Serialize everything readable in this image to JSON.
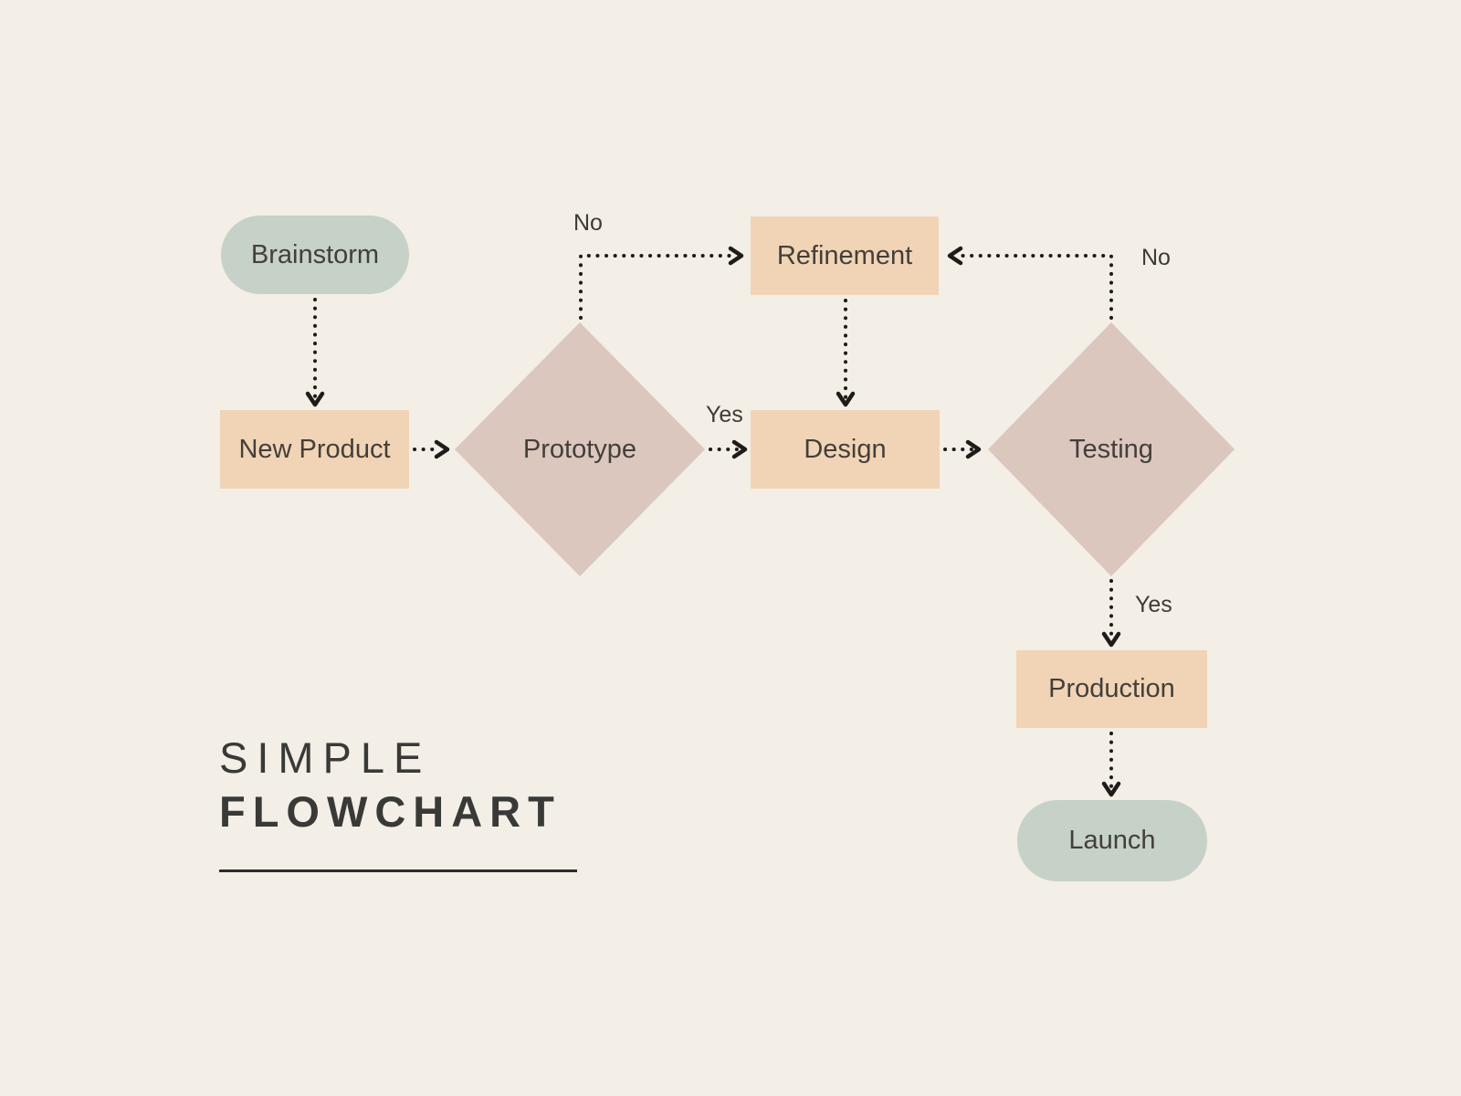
{
  "title": {
    "line1": "SIMPLE",
    "line2": "FLOWCHART"
  },
  "colors": {
    "background": "#f3eee6",
    "pill-bg": "#c6d1c7",
    "rect-bg": "#f1d4b6",
    "diamond-bg": "#dbc7be",
    "arrow": "#1e1c1a",
    "node-text": "#433f3a",
    "label-text": "#3e3a36",
    "title-text": "#393937",
    "rule": "#2c2c2a"
  },
  "nodes": [
    {
      "id": "brainstorm",
      "label": "Brainstorm",
      "shape": "pill"
    },
    {
      "id": "new-product",
      "label": "New Product",
      "shape": "rect"
    },
    {
      "id": "prototype",
      "label": "Prototype",
      "shape": "diamond"
    },
    {
      "id": "refinement",
      "label": "Refinement",
      "shape": "rect"
    },
    {
      "id": "design",
      "label": "Design",
      "shape": "rect"
    },
    {
      "id": "testing",
      "label": "Testing",
      "shape": "diamond"
    },
    {
      "id": "production",
      "label": "Production",
      "shape": "rect"
    },
    {
      "id": "launch",
      "label": "Launch",
      "shape": "pill"
    }
  ],
  "edges": [
    {
      "from": "Brainstorm",
      "to": "New Product",
      "label": ""
    },
    {
      "from": "New Product",
      "to": "Prototype",
      "label": ""
    },
    {
      "from": "Prototype",
      "to": "Design",
      "label": "Yes"
    },
    {
      "from": "Prototype",
      "to": "Refinement",
      "label": "No"
    },
    {
      "from": "Refinement",
      "to": "Design",
      "label": ""
    },
    {
      "from": "Design",
      "to": "Testing",
      "label": ""
    },
    {
      "from": "Testing",
      "to": "Refinement",
      "label": "No"
    },
    {
      "from": "Testing",
      "to": "Production",
      "label": "Yes"
    },
    {
      "from": "Production",
      "to": "Launch",
      "label": ""
    }
  ]
}
